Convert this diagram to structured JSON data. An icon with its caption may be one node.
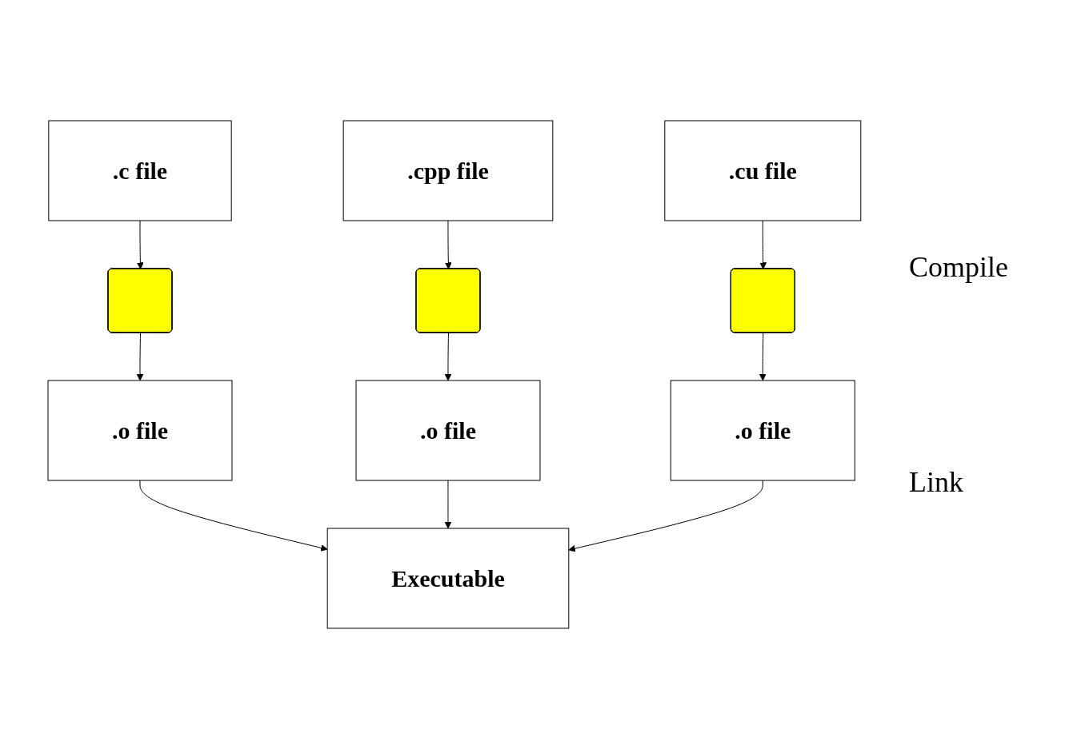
{
  "diagram": {
    "nodes": [
      {
        "text": [
          ".c file"
        ]
      },
      {
        "text": [
          ".cpp file"
        ]
      },
      {
        "text": [
          ".cu file"
        ]
      },
      {
        "text": [],
        "shape": "box"
      },
      {
        "text": [],
        "shape": "box"
      },
      {
        "text": [],
        "shape": "box"
      },
      {
        "text": [
          ".o file"
        ]
      },
      {
        "text": [
          ".o file"
        ]
      },
      {
        "text": [
          ".o file"
        ]
      },
      {
        "text": [
          "Executable"
        ]
      }
    ],
    "edges": [
      {
        "from": 0,
        "to": 3,
        "arrow": "to"
      },
      {
        "from": 1,
        "to": 4,
        "arrow": "to"
      },
      {
        "from": 2,
        "to": 5,
        "arrow": "to"
      },
      {
        "from": 3,
        "to": 6,
        "arrow": "to"
      },
      {
        "from": 4,
        "to": 7,
        "arrow": "to"
      },
      {
        "from": 5,
        "to": 8,
        "arrow": "to"
      },
      {
        "from": 6,
        "to": 9,
        "arrow": "to"
      },
      {
        "from": 7,
        "to": 9,
        "arrow": "to"
      },
      {
        "from": 8,
        "to": 9,
        "arrow": "to"
      }
    ],
    "labels": [
      "Compile",
      "Link"
    ]
  }
}
